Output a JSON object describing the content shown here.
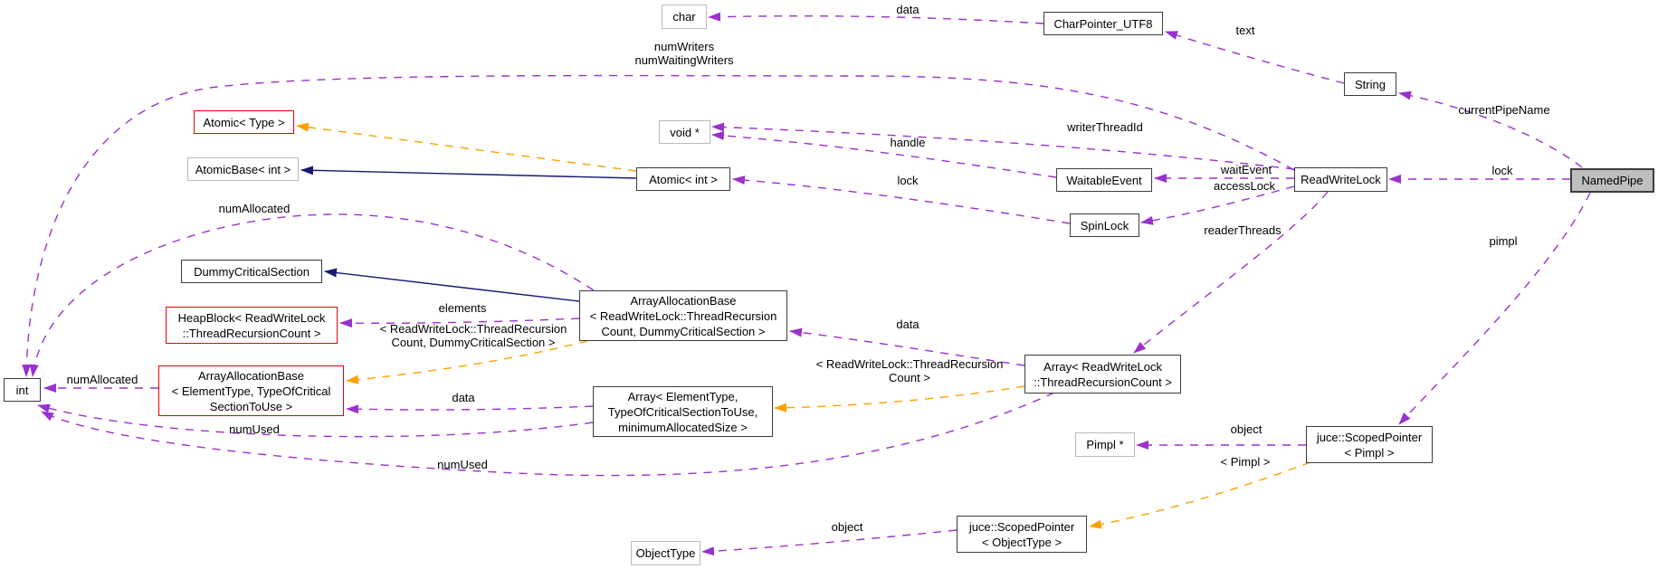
{
  "diagram_type": "doxygen-collaboration-graph",
  "focus_class": "NamedPipe",
  "nodes": {
    "char": {
      "lines": [
        "char"
      ]
    },
    "charpointer_utf8": {
      "lines": [
        "CharPointer_UTF8"
      ]
    },
    "string": {
      "lines": [
        "String"
      ]
    },
    "atomic_type": {
      "lines": [
        "Atomic< Type >"
      ]
    },
    "void_ptr": {
      "lines": [
        "void *"
      ]
    },
    "atomicbase_int": {
      "lines": [
        "AtomicBase< int >"
      ]
    },
    "atomic_int": {
      "lines": [
        "Atomic< int >"
      ]
    },
    "waitableevent": {
      "lines": [
        "WaitableEvent"
      ]
    },
    "spinlock": {
      "lines": [
        "SpinLock"
      ]
    },
    "readwritelock": {
      "lines": [
        "ReadWriteLock"
      ]
    },
    "namedpipe": {
      "lines": [
        "NamedPipe"
      ]
    },
    "dummycriticalsection": {
      "lines": [
        "DummyCriticalSection"
      ]
    },
    "heapblock_rwl": {
      "lines": [
        "HeapBlock< ReadWriteLock",
        "::ThreadRecursionCount >"
      ]
    },
    "arrayallocationbase_rwl": {
      "lines": [
        "ArrayAllocationBase",
        "< ReadWriteLock::ThreadRecursion",
        "Count, DummyCriticalSection >"
      ]
    },
    "int": {
      "lines": [
        "int"
      ]
    },
    "arrayallocationbase_generic": {
      "lines": [
        "ArrayAllocationBase",
        "< ElementType, TypeOfCritical",
        "SectionToUse >"
      ]
    },
    "array_generic": {
      "lines": [
        "Array< ElementType,",
        "TypeOfCriticalSectionToUse,",
        "minimumAllocatedSize >"
      ]
    },
    "array_rwl": {
      "lines": [
        "Array< ReadWriteLock",
        "::ThreadRecursionCount >"
      ]
    },
    "pimpl_ptr": {
      "lines": [
        "Pimpl *"
      ]
    },
    "scopedpointer_pimpl": {
      "lines": [
        "juce::ScopedPointer",
        "< Pimpl >"
      ]
    },
    "scopedpointer_objecttype": {
      "lines": [
        "juce::ScopedPointer",
        "< ObjectType >"
      ]
    },
    "objecttype": {
      "lines": [
        "ObjectType"
      ]
    }
  },
  "edge_labels": {
    "data_char": {
      "lines": [
        "data"
      ]
    },
    "text": {
      "lines": [
        "text"
      ]
    },
    "num_writers": {
      "lines": [
        "numWriters",
        "numWaitingWriters"
      ]
    },
    "current_pipe_name": {
      "lines": [
        "currentPipeName"
      ]
    },
    "writer_thread_id": {
      "lines": [
        "writerThreadId"
      ]
    },
    "handle": {
      "lines": [
        "handle"
      ]
    },
    "wait_event": {
      "lines": [
        "waitEvent"
      ]
    },
    "access_lock": {
      "lines": [
        "accessLock"
      ]
    },
    "lock_spin": {
      "lines": [
        "lock"
      ]
    },
    "lock_pipe": {
      "lines": [
        "lock"
      ]
    },
    "reader_threads": {
      "lines": [
        "readerThreads"
      ]
    },
    "pimpl": {
      "lines": [
        "pimpl"
      ]
    },
    "num_allocated_rwl": {
      "lines": [
        "numAllocated"
      ]
    },
    "elements": {
      "lines": [
        "elements"
      ]
    },
    "data_rwl": {
      "lines": [
        "data"
      ]
    },
    "tpl_aab": {
      "lines": [
        "< ReadWriteLock::ThreadRecursion",
        "Count, DummyCriticalSection >"
      ]
    },
    "num_allocated_generic": {
      "lines": [
        "numAllocated"
      ]
    },
    "data_generic": {
      "lines": [
        "data"
      ]
    },
    "tpl_array": {
      "lines": [
        "< ReadWriteLock::ThreadRecursion",
        "Count >"
      ]
    },
    "num_used_generic": {
      "lines": [
        "numUsed"
      ]
    },
    "num_used_rwl": {
      "lines": [
        "numUsed"
      ]
    },
    "object_pimpl": {
      "lines": [
        "object"
      ]
    },
    "tpl_pimpl": {
      "lines": [
        "< Pimpl >"
      ]
    },
    "object_objecttype": {
      "lines": [
        "object"
      ]
    }
  },
  "colors": {
    "usage_edge": "#9a32cc",
    "template_edge": "#ff9f00",
    "inheritance_edge": "#191970",
    "focus_fill": "#bfbfbf",
    "template_border": "#ee0000",
    "node_border": "#3c3c3c",
    "external_border": "#b9bcb6"
  }
}
